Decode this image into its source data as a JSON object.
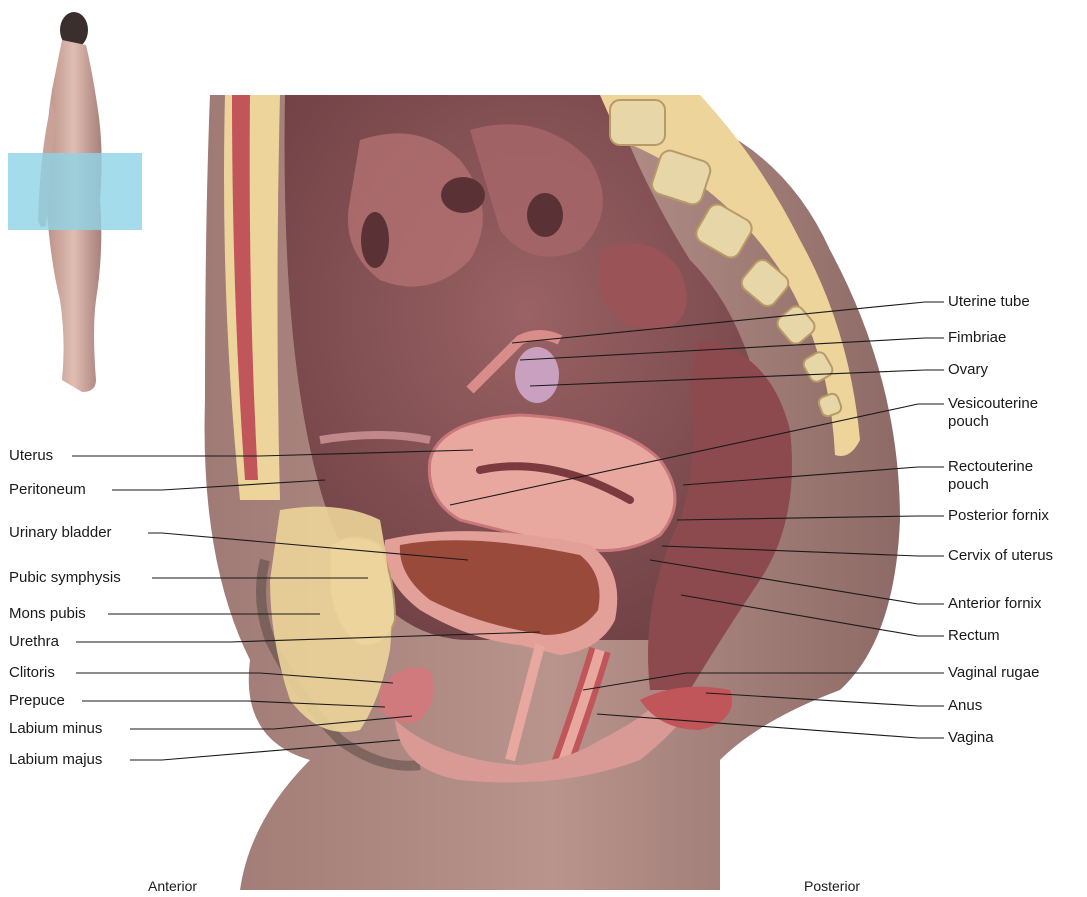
{
  "left_labels": [
    "Uterus",
    "Peritoneum",
    "Urinary bladder",
    "Pubic symphysis",
    "Mons pubis",
    "Urethra",
    "Clitoris",
    "Prepuce",
    "Labium minus",
    "Labium majus"
  ],
  "right_labels": [
    "Uterine tube",
    "Fimbriae",
    "Ovary",
    "Vesicouterine pouch",
    "Rectouterine pouch",
    "Posterior fornix",
    "Cervix of uterus",
    "Anterior fornix",
    "Rectum",
    "Vaginal rugae",
    "Anus",
    "Vagina"
  ],
  "orientation": {
    "anterior": "Anterior",
    "posterior": "Posterior"
  },
  "colors": {
    "skin": "#b08a84",
    "cavity": "#7d4d50",
    "fat": "#ecd49a",
    "bone": "#e6d6a8",
    "uterus": "#e8a8a0",
    "muscle": "#c0555a",
    "bladder": "#9a4a3a",
    "leader": "#1a1a1a",
    "locator": "#8fd3e6"
  }
}
